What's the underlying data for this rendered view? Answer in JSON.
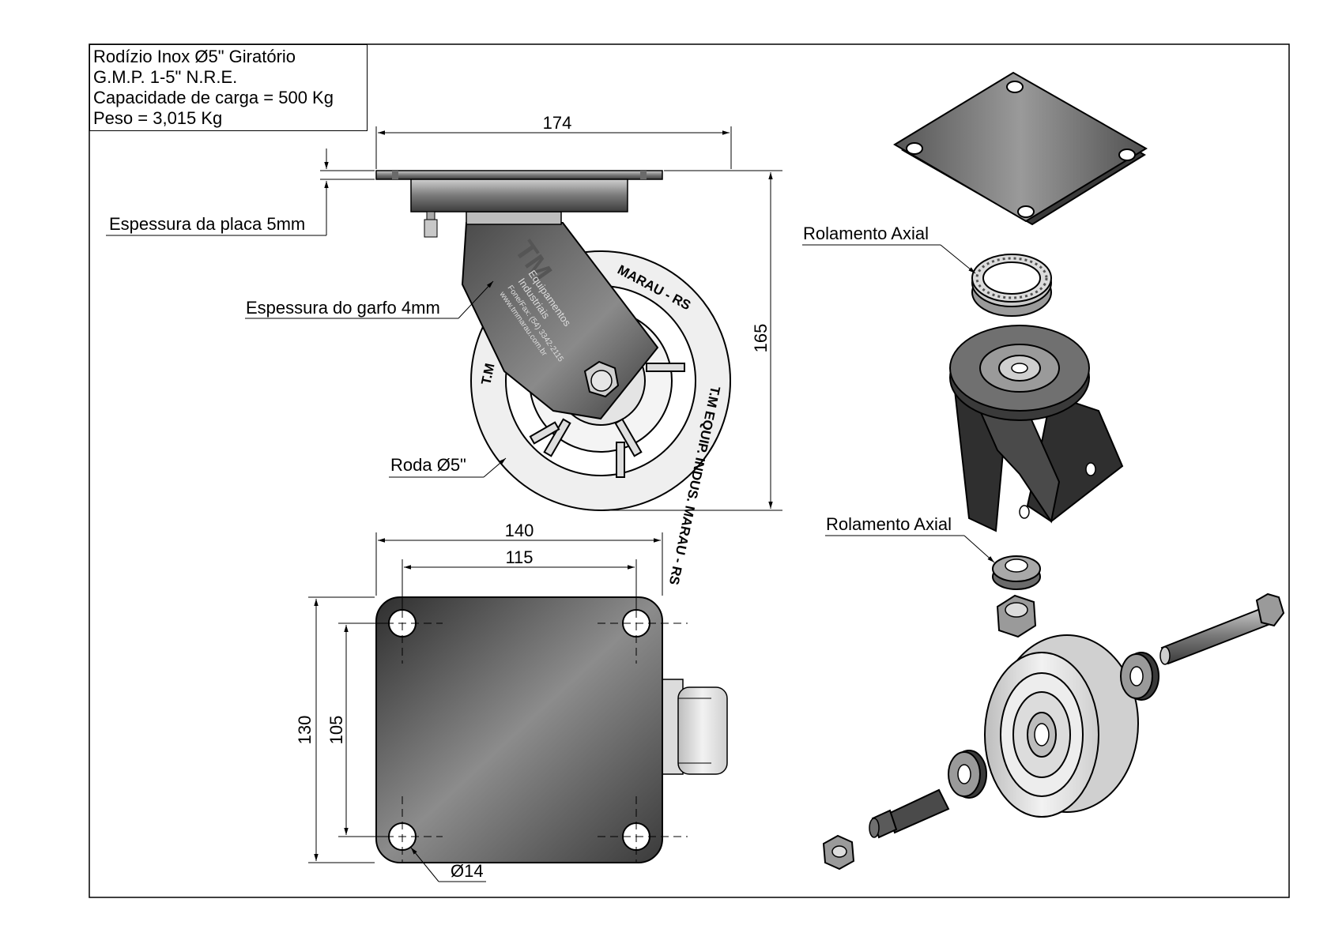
{
  "title_block": {
    "line1": "Rodízio Inox Ø5\" Giratório",
    "line2": "G.M.P. 1-5\" N.R.E.",
    "line3": "Capacidade de carga = 500 Kg",
    "line4": "Peso = 3,015 Kg"
  },
  "side_view": {
    "dim_width": "174",
    "dim_height": "165",
    "label_plate": "Espessura da placa 5mm",
    "label_fork": "Espessura do garfo 4mm",
    "label_wheel": "Roda Ø5\"",
    "wheel_text_top": "MARAU - RS",
    "wheel_text_bottom": "T.M EQUIP. INDUS. MARAU - RS",
    "wheel_text_left": "T.M",
    "fork_logo": "TM",
    "fork_text_1": "Equipamentos",
    "fork_text_2": "Industriais",
    "fork_text_3": "Fone/Fax: (54) 3342-2115",
    "fork_text_4": "www.tmmarau.com.br"
  },
  "top_view": {
    "dim_outer_width": "140",
    "dim_hole_width": "115",
    "dim_outer_height": "130",
    "dim_hole_height": "105",
    "dim_hole_dia": "Ø14"
  },
  "exploded_view": {
    "label_bearing_upper": "Rolamento Axial",
    "label_bearing_lower": "Rolamento Axial"
  },
  "colors": {
    "line": "#000000",
    "plate_dark": "#3a3a3a",
    "plate_light": "#9a9a9a",
    "wheel": "#e8e8e8"
  }
}
